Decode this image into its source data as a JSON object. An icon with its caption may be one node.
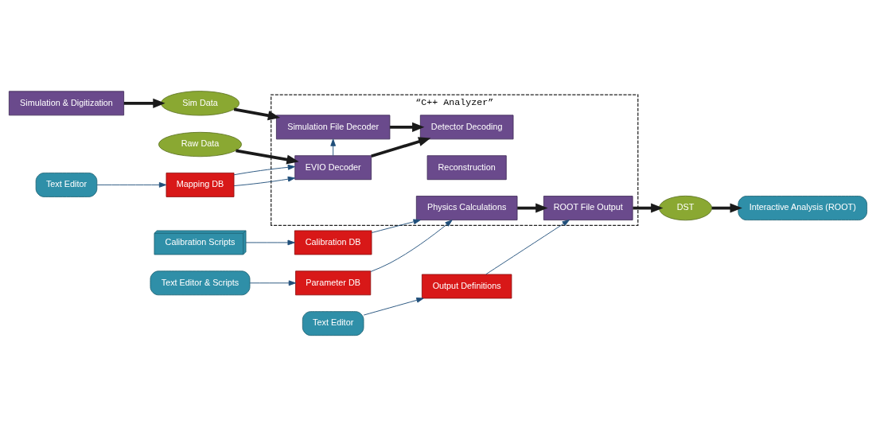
{
  "diagram": {
    "nodes": [
      {
        "text": [
          "Simulation & Digitization"
        ]
      },
      {
        "text": [
          "“C++ Analyzer”"
        ]
      },
      {
        "text": [
          "Sim Data"
        ]
      },
      {
        "text": [
          "Raw Data"
        ]
      },
      {
        "text": [
          "Simulation File Decoder"
        ],
        "in": 1
      },
      {
        "text": [
          "EVIO Decoder"
        ],
        "in": 1
      },
      {
        "text": [
          "Detector Decoding"
        ],
        "in": 1
      },
      {
        "text": [
          "Reconstruction"
        ],
        "in": 1
      },
      {
        "text": [
          "Physics Calculations"
        ],
        "in": 1
      },
      {
        "text": [
          "ROOT File Output"
        ],
        "in": 1
      },
      {
        "text": [
          "DST"
        ]
      },
      {
        "text": [
          "Interactive Analysis (ROOT)"
        ]
      },
      {
        "text": [
          "Mapping DB"
        ]
      },
      {
        "text": [
          "Calibration DB"
        ]
      },
      {
        "text": [
          "Parameter DB"
        ]
      },
      {
        "text": [
          "Output Definitions"
        ]
      },
      {
        "text": [
          "Text Editor"
        ]
      },
      {
        "text": [
          "Calibration Scripts"
        ]
      },
      {
        "text": [
          "Text Editor & Scripts"
        ]
      },
      {
        "text": [
          "Text Editor"
        ]
      }
    ],
    "edges": [
      {
        "from": 0,
        "to": 2,
        "arrow": "to",
        "style": "thick",
        "color": "#1a1a1a"
      },
      {
        "from": 2,
        "to": 4,
        "arrow": "to",
        "style": "thick",
        "color": "#1a1a1a"
      },
      {
        "from": 3,
        "to": 5,
        "arrow": "to",
        "style": "thick",
        "color": "#1a1a1a"
      },
      {
        "from": 5,
        "to": 4,
        "arrow": "to"
      },
      {
        "from": 4,
        "to": 6,
        "arrow": "to",
        "style": "thick",
        "color": "#1a1a1a"
      },
      {
        "from": 5,
        "to": 6,
        "arrow": "to",
        "style": "thick",
        "color": "#1a1a1a"
      },
      {
        "from": 8,
        "to": 9,
        "arrow": "to",
        "style": "thick",
        "color": "#1a1a1a"
      },
      {
        "from": 9,
        "to": 10,
        "arrow": "to",
        "style": "thick",
        "color": "#1a1a1a"
      },
      {
        "from": 10,
        "to": 11,
        "arrow": "to",
        "style": "thick",
        "color": "#1a1a1a"
      },
      {
        "from": 12,
        "to": 5,
        "arrow": "to"
      },
      {
        "from": 12,
        "to": 5,
        "arrow": "to"
      },
      {
        "from": 13,
        "to": 8,
        "arrow": "to"
      },
      {
        "from": 14,
        "to": 8,
        "arrow": "to"
      },
      {
        "from": 15,
        "to": 9,
        "arrow": "to"
      },
      {
        "from": 16,
        "to": 12,
        "arrow": "to"
      },
      {
        "from": 17,
        "to": 13,
        "arrow": "to"
      },
      {
        "from": 18,
        "to": 14,
        "arrow": "to"
      },
      {
        "from": 19,
        "to": 15,
        "arrow": "to"
      }
    ]
  }
}
